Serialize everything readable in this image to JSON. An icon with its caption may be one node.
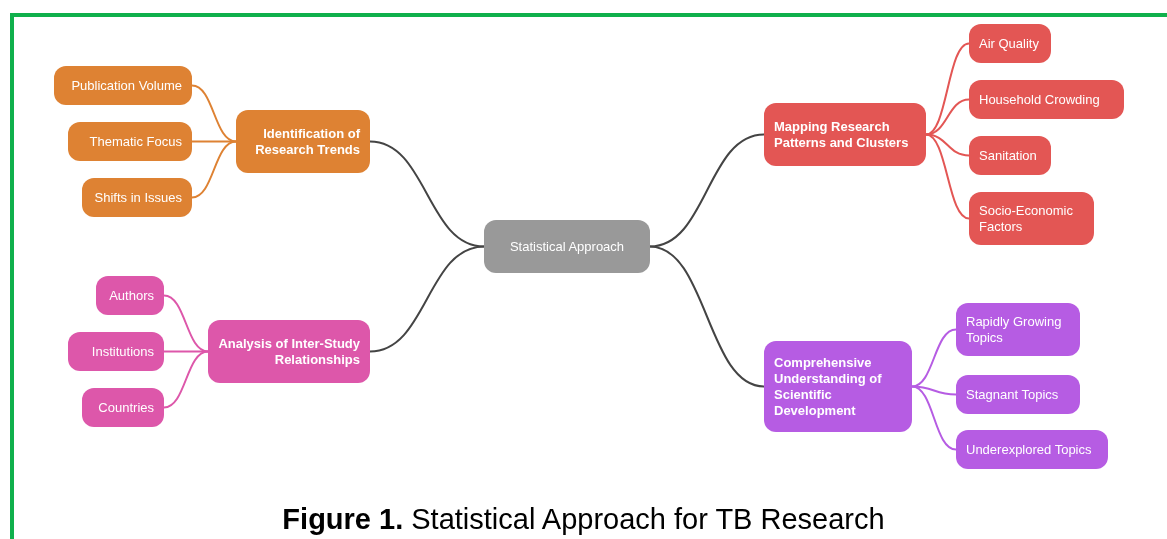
{
  "diagram": {
    "caption": "**Figure 1.** Statistical Approach for TB Research",
    "nodes": [
      {
        "text": [
          "Statistical Approach"
        ]
      },
      {
        "text": [
          "Identification of Research Trends"
        ]
      },
      {
        "text": [
          "Publication Volume"
        ]
      },
      {
        "text": [
          "Thematic Focus"
        ]
      },
      {
        "text": [
          "Shifts in Issues"
        ]
      },
      {
        "text": [
          "Analysis of Inter-Study Relationships"
        ]
      },
      {
        "text": [
          "Authors"
        ]
      },
      {
        "text": [
          "Institutions"
        ]
      },
      {
        "text": [
          "Countries"
        ]
      },
      {
        "text": [
          "Mapping Research Patterns and Clusters"
        ]
      },
      {
        "text": [
          "Air Quality"
        ]
      },
      {
        "text": [
          "Household Crowding"
        ]
      },
      {
        "text": [
          "Sanitation"
        ]
      },
      {
        "text": [
          "Socio-Economic Factors"
        ]
      },
      {
        "text": [
          "Comprehensive Understanding of Scientific Development"
        ]
      },
      {
        "text": [
          "Rapidly Growing Topics"
        ]
      },
      {
        "text": [
          "Stagnant Topics"
        ]
      },
      {
        "text": [
          "Underexplored Topics"
        ]
      }
    ],
    "edges": [
      {
        "from": 0,
        "to": 1,
        "arrow": "none",
        "color": "#444444"
      },
      {
        "from": 1,
        "to": 2,
        "arrow": "none",
        "color": "#de8233"
      },
      {
        "from": 1,
        "to": 3,
        "arrow": "none",
        "color": "#de8233"
      },
      {
        "from": 1,
        "to": 4,
        "arrow": "none",
        "color": "#de8233"
      },
      {
        "from": 0,
        "to": 5,
        "arrow": "none",
        "color": "#444444"
      },
      {
        "from": 5,
        "to": 6,
        "arrow": "none",
        "color": "#dd57aa"
      },
      {
        "from": 5,
        "to": 7,
        "arrow": "none",
        "color": "#dd57aa"
      },
      {
        "from": 5,
        "to": 8,
        "arrow": "none",
        "color": "#dd57aa"
      },
      {
        "from": 0,
        "to": 9,
        "arrow": "none",
        "color": "#444444"
      },
      {
        "from": 9,
        "to": 10,
        "arrow": "none",
        "color": "#e35654"
      },
      {
        "from": 9,
        "to": 11,
        "arrow": "none",
        "color": "#e35654"
      },
      {
        "from": 9,
        "to": 12,
        "arrow": "none",
        "color": "#e35654"
      },
      {
        "from": 9,
        "to": 13,
        "arrow": "none",
        "color": "#e35654"
      },
      {
        "from": 0,
        "to": 14,
        "arrow": "none",
        "color": "#444444"
      },
      {
        "from": 14,
        "to": 15,
        "arrow": "none",
        "color": "#b65ce3"
      },
      {
        "from": 14,
        "to": 16,
        "arrow": "none",
        "color": "#b65ce3"
      },
      {
        "from": 14,
        "to": 17,
        "arrow": "none",
        "color": "#b65ce3"
      }
    ]
  }
}
